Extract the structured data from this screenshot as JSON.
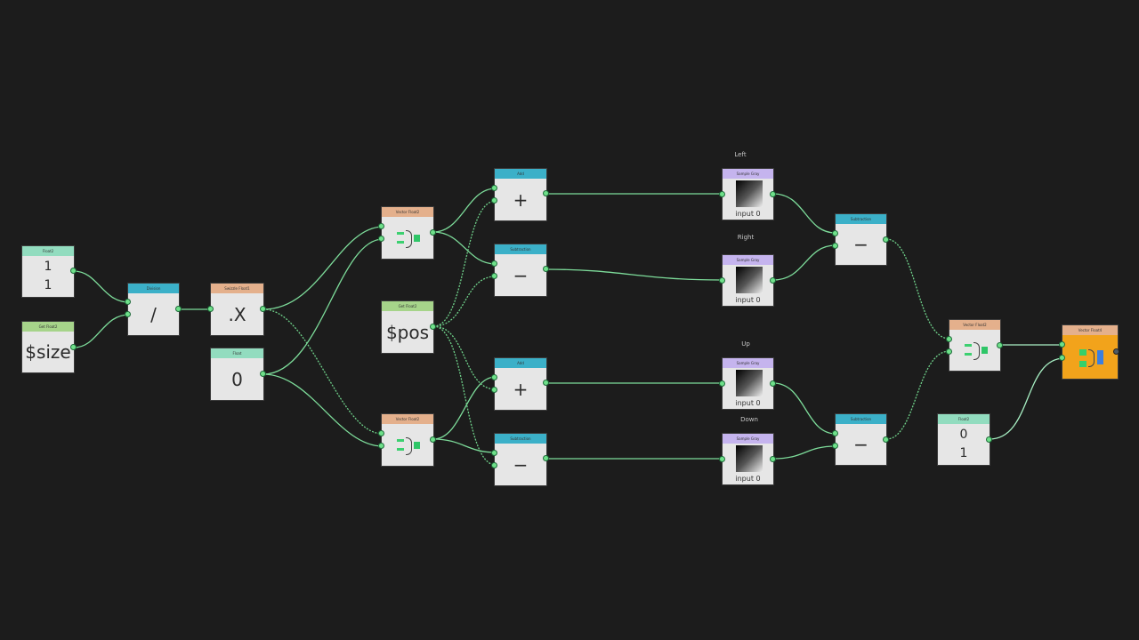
{
  "nodes": {
    "float2_a": {
      "header": "Float2",
      "v1": "1",
      "v2": "1"
    },
    "get_size": {
      "header": "Get Float2",
      "value": "$size"
    },
    "divide": {
      "header": "Division",
      "symbol": "/"
    },
    "swizzle": {
      "header": "Swizzle Float1",
      "value": ".X"
    },
    "float_zero": {
      "header": "Float",
      "value": "0"
    },
    "vec_top": {
      "header": "Vector Float2"
    },
    "vec_bot": {
      "header": "Vector Float2"
    },
    "get_pos": {
      "header": "Get Float2",
      "value": "$pos"
    },
    "add_1": {
      "header": "Add",
      "symbol": "+"
    },
    "sub_1": {
      "header": "Subtraction",
      "symbol": "−"
    },
    "add_2": {
      "header": "Add",
      "symbol": "+"
    },
    "sub_2": {
      "header": "Subtraction",
      "symbol": "−"
    },
    "samp_left": {
      "header": "Sample Gray",
      "sub": "input 0",
      "label": "Left"
    },
    "samp_right": {
      "header": "Sample Gray",
      "sub": "input 0",
      "label": "Right"
    },
    "samp_up": {
      "header": "Sample Gray",
      "sub": "input 0",
      "label": "Up"
    },
    "samp_down": {
      "header": "Sample Gray",
      "sub": "input 0",
      "label": "Down"
    },
    "sub_lr": {
      "header": "Subtraction",
      "symbol": "−"
    },
    "sub_ud": {
      "header": "Subtraction",
      "symbol": "−"
    },
    "vec_final2": {
      "header": "Vector Float2"
    },
    "float1_b": {
      "header": "Float2",
      "v1": "0",
      "v2": "1"
    },
    "vec_out": {
      "header": "Vector Float4"
    }
  },
  "colors": {
    "canvas": "#1c1c1c",
    "wire": "#7ddc9a",
    "output_node": "#f2a31b"
  }
}
